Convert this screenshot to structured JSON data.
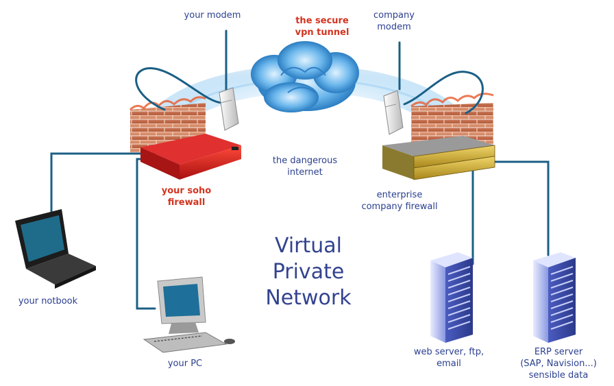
{
  "title": [
    "Virtual",
    "Private",
    "Network"
  ],
  "labels": {
    "your_modem": "your modem",
    "secure_tunnel": [
      "the secure",
      "vpn tunnel"
    ],
    "company_modem": [
      "company",
      "modem"
    ],
    "dangerous_internet": [
      "the dangerous",
      "internet"
    ],
    "soho_firewall": [
      "your soho",
      "firewall"
    ],
    "enterprise_firewall": [
      "enterprise",
      "company firewall"
    ],
    "notebook": "your notbook",
    "pc": "your PC",
    "web_server": [
      "web server, ftp,",
      "email"
    ],
    "erp_server": [
      "ERP server",
      "(SAP, Navision...)",
      "sensible data"
    ]
  },
  "colors": {
    "label": "#2a3f8f",
    "accent_red": "#d2341f",
    "cable": "#1b5f86",
    "tunnel": "#8ec8f0",
    "brick": "#c0704e",
    "soho_router": "#c81e1e",
    "enterprise_firewall": "#c9a629",
    "server": "#5d6fd0"
  },
  "icons": [
    "modem-icon",
    "cloud-icon",
    "brick-firewall-icon",
    "router-icon",
    "rack-firewall-icon",
    "laptop-icon",
    "desktop-pc-icon",
    "server-icon"
  ]
}
